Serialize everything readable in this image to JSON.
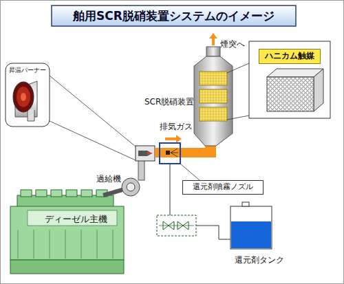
{
  "diagram": {
    "title": "舶用SCR脱硝装置システムのイメージ",
    "nodes": [
      {
        "text": [
          "昇温バーナー"
        ]
      },
      {
        "text": [
          "ハニカム触媒"
        ]
      },
      {
        "text": [
          "還元剤噴霧ノズル"
        ]
      },
      {
        "text": [
          "ディーゼル主機"
        ]
      },
      {
        "text": [
          "還元剤タンク"
        ]
      }
    ],
    "labels": [
      "煙突へ",
      "SCR脱硝装置",
      "排気ガス",
      "過給機"
    ]
  }
}
